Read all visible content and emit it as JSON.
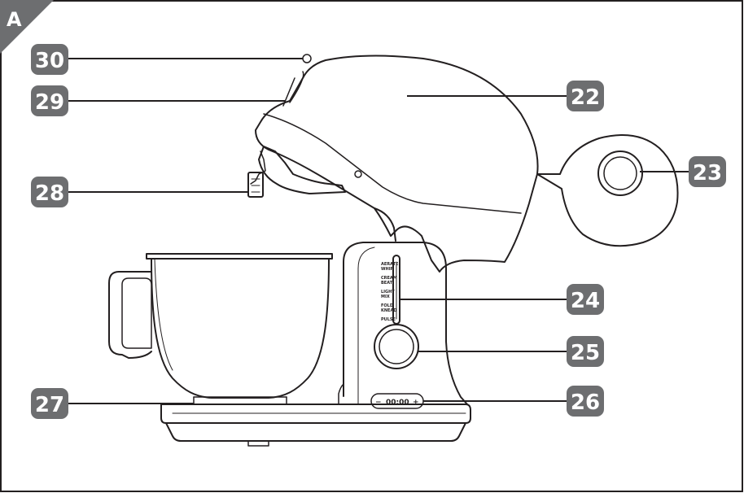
{
  "figure": {
    "corner_tag": "A",
    "callouts": [
      {
        "id": "22",
        "label": "22"
      },
      {
        "id": "23",
        "label": "23"
      },
      {
        "id": "24",
        "label": "24"
      },
      {
        "id": "25",
        "label": "25"
      },
      {
        "id": "26",
        "label": "26"
      },
      {
        "id": "27",
        "label": "27"
      },
      {
        "id": "28",
        "label": "28"
      },
      {
        "id": "29",
        "label": "29"
      },
      {
        "id": "30",
        "label": "30"
      }
    ],
    "speed_labels": [
      {
        "line1": "AERATE",
        "line2": "WHIP"
      },
      {
        "line1": "CREAM",
        "line2": "BEAT"
      },
      {
        "line1": "LIGHT",
        "line2": "MIX"
      },
      {
        "line1": "FOLD",
        "line2": "KNEAD"
      },
      {
        "line1": "PULSE",
        "line2": ""
      }
    ],
    "timer_display": "00:00",
    "timer_minus": "−",
    "timer_plus": "+"
  },
  "colors": {
    "badge": "#6d6e70",
    "line": "#231f20",
    "frame": "#231f20"
  }
}
